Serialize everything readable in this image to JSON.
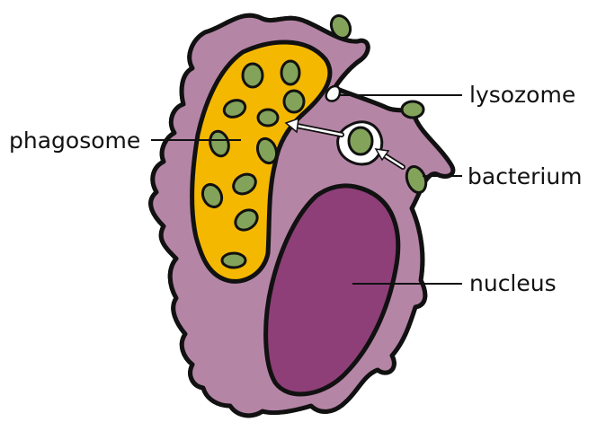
{
  "labels": {
    "lysozome": "lysozome",
    "phagosome": "phagosome",
    "bacterium": "bacterium",
    "nucleus": "nucleus"
  },
  "colors": {
    "cytoplasm": "#b585a6",
    "outline": "#111111",
    "phagosome": "#f5b800",
    "bacterium": "#83a35a",
    "nucleus": "#8e3f78",
    "background": "#ffffff"
  }
}
